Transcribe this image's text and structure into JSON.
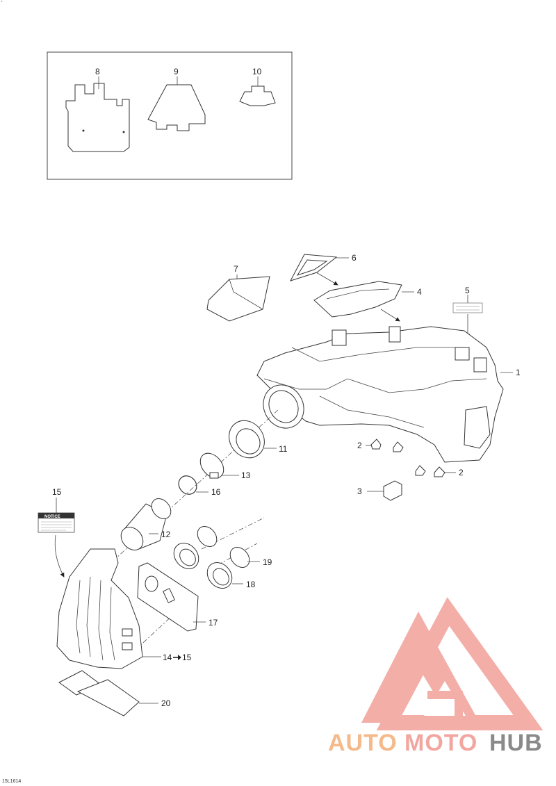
{
  "corner_mark": "'",
  "inset": {
    "callouts": [
      "8",
      "9",
      "10"
    ]
  },
  "callouts": {
    "c1": "1",
    "c2a": "2",
    "c2b": "2",
    "c3": "3",
    "c4": "4",
    "c5": "5",
    "c6": "6",
    "c7": "7",
    "c11": "11",
    "c12": "12",
    "c13": "13",
    "c14": "14",
    "c14_ref": "15",
    "c15": "15",
    "c16": "16",
    "c17": "17",
    "c18": "18",
    "c19": "19",
    "c20": "20"
  },
  "notice_label": {
    "heading": "NOTICE"
  },
  "watermark": {
    "part_a": "AUTO",
    "part_b": "MOTO",
    "part_c": "HUB",
    "color_a": "#f5b98a",
    "color_b": "#f2a6a0",
    "color_c": "#8a8a8a"
  },
  "reference_code": "15L1614"
}
